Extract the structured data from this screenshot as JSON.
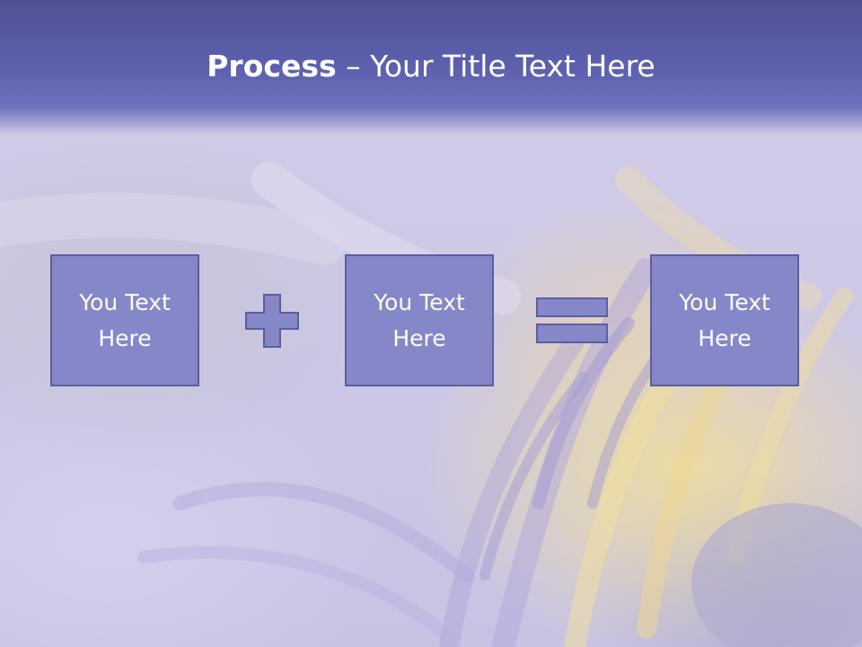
{
  "title": {
    "bold": "Process",
    "separator": " – ",
    "rest": "Your Title Text Here"
  },
  "boxes": [
    {
      "label": "You Text Here"
    },
    {
      "label": "You Text Here"
    },
    {
      "label": "You Text Here"
    }
  ],
  "operators": [
    "plus-icon",
    "equals-icon"
  ],
  "colors": {
    "title_band": "#5e62b0",
    "box_fill": "#8587c9",
    "box_border": "#5b5e9e",
    "text": "#ffffff"
  }
}
